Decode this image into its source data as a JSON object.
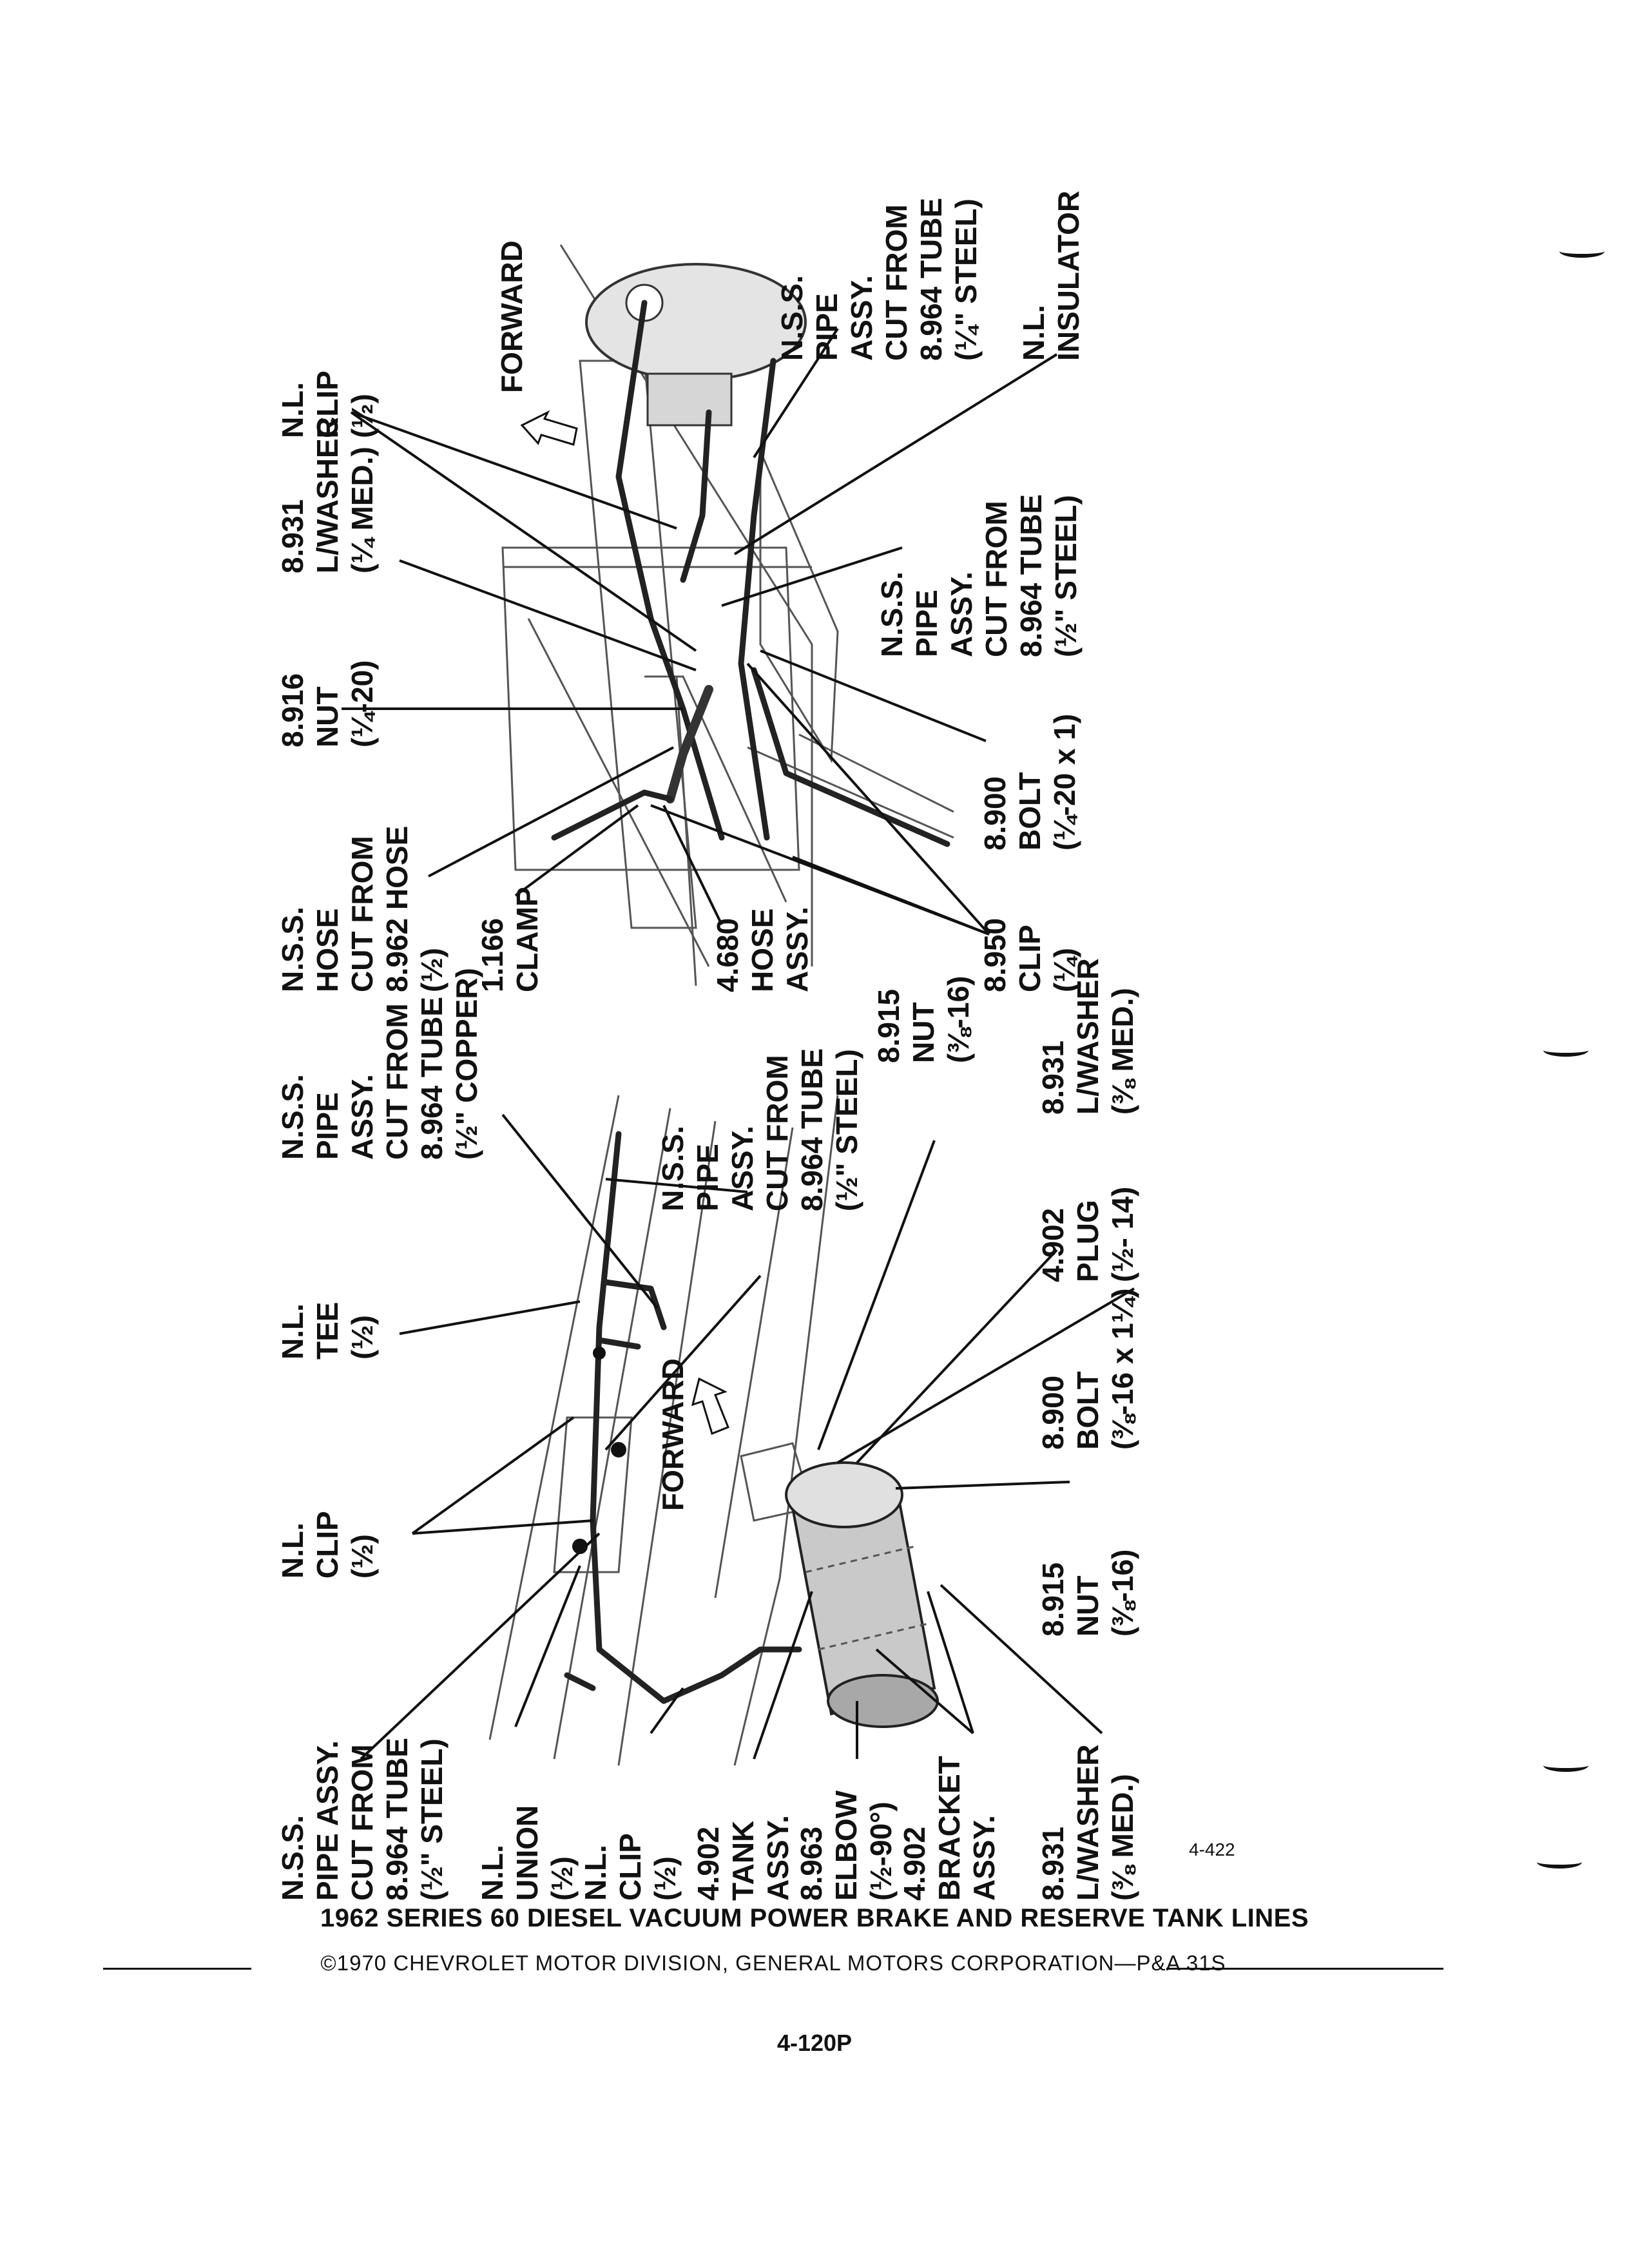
{
  "caption": {
    "title": "1962 SERIES 60 DIESEL VACUUM POWER BRAKE AND RESERVE TANK LINES",
    "copyright": "©1970 CHEVROLET MOTOR DIVISION, GENERAL MOTORS CORPORATION—P&A 31S",
    "page_number": "4-120P",
    "figure_number": "4-422"
  },
  "upper_diagram": {
    "forward_label": "FORWARD",
    "callouts": [
      {
        "id": "nss-hose",
        "lines": [
          "N.S.S.",
          "HOSE",
          "CUT FROM",
          "8.962 HOSE",
          "(½)"
        ]
      },
      {
        "id": "clamp",
        "lines": [
          "1.166",
          "CLAMP"
        ]
      },
      {
        "id": "hose-assy",
        "lines": [
          "4.680",
          "HOSE",
          "ASSY."
        ]
      },
      {
        "id": "nut-1-4",
        "lines": [
          "8.916",
          "NUT",
          "(¼-20)"
        ]
      },
      {
        "id": "lwasher-1-4",
        "lines": [
          "8.931",
          "L/WASHER",
          "(¼ MED.)"
        ]
      },
      {
        "id": "nl-clip-upper",
        "lines": [
          "N.L.",
          "CLIP",
          "(½)"
        ]
      },
      {
        "id": "nss-pipe-upper-1-4",
        "lines": [
          "N.S.S.",
          "PIPE",
          "ASSY.",
          "CUT FROM",
          "8.964 TUBE",
          "(¼\" STEEL)"
        ]
      },
      {
        "id": "nl-insulator",
        "lines": [
          "N.L.",
          "INSULATOR"
        ]
      },
      {
        "id": "nss-pipe-upper-1-2",
        "lines": [
          "N.S.S.",
          "PIPE",
          "ASSY.",
          "CUT FROM",
          "8.964 TUBE",
          "(½\" STEEL)"
        ]
      },
      {
        "id": "bolt-1-4",
        "lines": [
          "8.900",
          "BOLT",
          "(¼-20 x 1)"
        ]
      },
      {
        "id": "clip-1-4",
        "lines": [
          "8.950",
          "CLIP",
          "(¼)"
        ]
      }
    ]
  },
  "lower_diagram": {
    "forward_label": "FORWARD",
    "callouts": [
      {
        "id": "nss-pipe-lower-steel",
        "lines": [
          "N.S.S.",
          "PIPE ASSY.",
          "CUT FROM",
          "8.964 TUBE",
          "(½\" STEEL)"
        ]
      },
      {
        "id": "nl-union",
        "lines": [
          "N.L.",
          "UNION",
          "(½)"
        ]
      },
      {
        "id": "nl-clip-lower",
        "lines": [
          "N.L.",
          "CLIP",
          "(½)"
        ]
      },
      {
        "id": "tank-assy",
        "lines": [
          "4.902",
          "TANK",
          "ASSY."
        ]
      },
      {
        "id": "elbow",
        "lines": [
          "8.963",
          "ELBOW",
          "(½-90°)"
        ]
      },
      {
        "id": "bracket-assy",
        "lines": [
          "4.902",
          "BRACKET",
          "ASSY."
        ]
      },
      {
        "id": "lwasher-3-8-a",
        "lines": [
          "8.931",
          "L/WASHER",
          "(⅜ MED.)"
        ]
      },
      {
        "id": "clip-lower-left",
        "lines": [
          "N.L.",
          "CLIP",
          "(½)"
        ]
      },
      {
        "id": "nl-tee",
        "lines": [
          "N.L.",
          "TEE",
          "(½)"
        ]
      },
      {
        "id": "nss-pipe-copper",
        "lines": [
          "N.S.S.",
          "PIPE",
          "ASSY.",
          "CUT FROM",
          "8.964 TUBE",
          "(½\" COPPER)"
        ]
      },
      {
        "id": "nss-pipe-lower-steel-2",
        "lines": [
          "N.S.S.",
          "PIPE",
          "ASSY.",
          "CUT FROM",
          "8.964 TUBE",
          "(½\" STEEL)"
        ]
      },
      {
        "id": "nut-3-8-a",
        "lines": [
          "8.915",
          "NUT",
          "(⅜-16)"
        ]
      },
      {
        "id": "nut-3-8-b",
        "lines": [
          "8.915",
          "NUT",
          "(⅜-16)"
        ]
      },
      {
        "id": "bolt-3-8",
        "lines": [
          "8.900",
          "BOLT",
          "(⅜-16 x 1¼)"
        ]
      },
      {
        "id": "plug",
        "lines": [
          "4.902",
          "PLUG",
          "(½- 14)"
        ]
      },
      {
        "id": "lwasher-3-8-b",
        "lines": [
          "8.931",
          "L/WASHER",
          "(⅜ MED.)"
        ]
      }
    ]
  }
}
